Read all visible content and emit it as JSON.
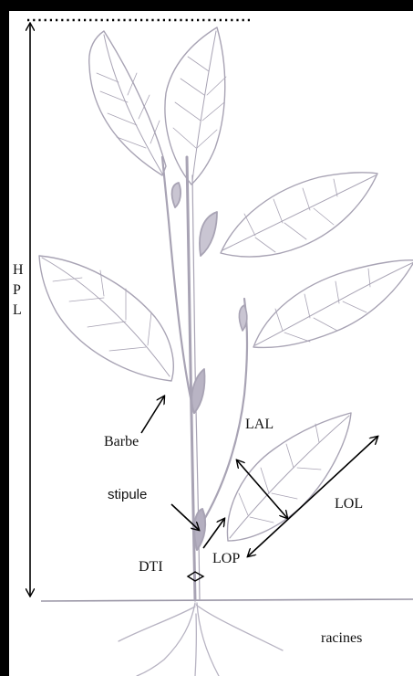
{
  "labels": {
    "hpl": [
      "H",
      "P",
      "L"
    ],
    "barbe": "Barbe",
    "lal": "LAL",
    "stipule": "stipule",
    "lol": "LOL",
    "dti": "DTI",
    "lop": "LOP",
    "racines": "racines"
  },
  "colors": {
    "frame": "#000000",
    "pencil": "#a8a3b4",
    "pencil_dark": "#8e8899",
    "arrow": "#000000"
  }
}
